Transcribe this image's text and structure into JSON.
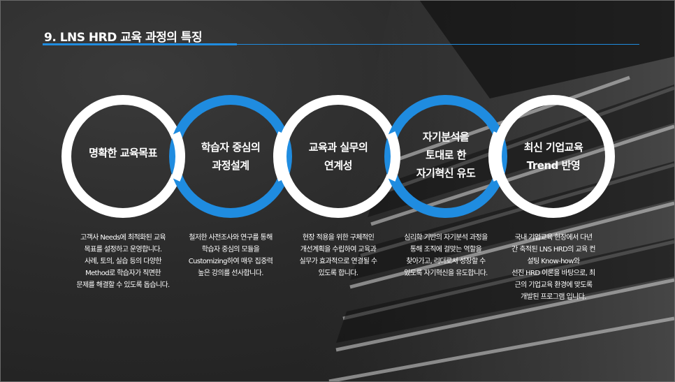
{
  "title": "9. LNS HRD 교육 과정의 특징",
  "colors": {
    "accent": "#1f8ce0",
    "ring_white": "#ffffff",
    "text": "#ffffff"
  },
  "features": [
    {
      "label": [
        "명확한 교육목표"
      ],
      "ring": "white",
      "description": [
        "고객사 Needs에 최적화된 교육",
        "목표를 설정하고 운영합니다.",
        "사례, 토의, 실습 등의 다양한",
        "Method로 학습자가 직면한",
        "문제를 해결할 수 있도록 돕습니다."
      ]
    },
    {
      "label": [
        "학습자 중심의",
        "과정설계"
      ],
      "ring": "blue",
      "description": [
        "철저한 사전조사와 연구를 통해",
        "학습자 중심의 모듈을",
        "Customizing하여 매우 집중력",
        "높은 강의를 선사합니다."
      ]
    },
    {
      "label": [
        "교육과 실무의",
        "연계성"
      ],
      "ring": "white",
      "description": [
        "현장 적용을 위한 구체적인",
        "개선계획을 수립하여 교육과",
        "실무가 효과적으로 연결될 수",
        "있도록 합니다."
      ]
    },
    {
      "label": [
        "자기분석을",
        "토대로 한",
        "자기혁신 유도"
      ],
      "ring": "blue",
      "description": [
        "심리학 기반의 자기분석 과정을",
        "통해 조직에 걸맞는 역할을",
        "찾아가고, 리더로서 성장할 수",
        "있도록 자기혁신을 유도합니다."
      ]
    },
    {
      "label": [
        "최신 기업교육",
        "Trend 반영"
      ],
      "ring": "white",
      "description": [
        "국내 기업교육 현장에서 다년",
        "간 축적된 LNS HRD의 교육 컨",
        "설팅 Know-how와",
        "선진 HRD 이론을 바탕으로, 최",
        "근의 기업교육 환경에 맞도록",
        "개발된 프로그램 입니다."
      ]
    }
  ]
}
